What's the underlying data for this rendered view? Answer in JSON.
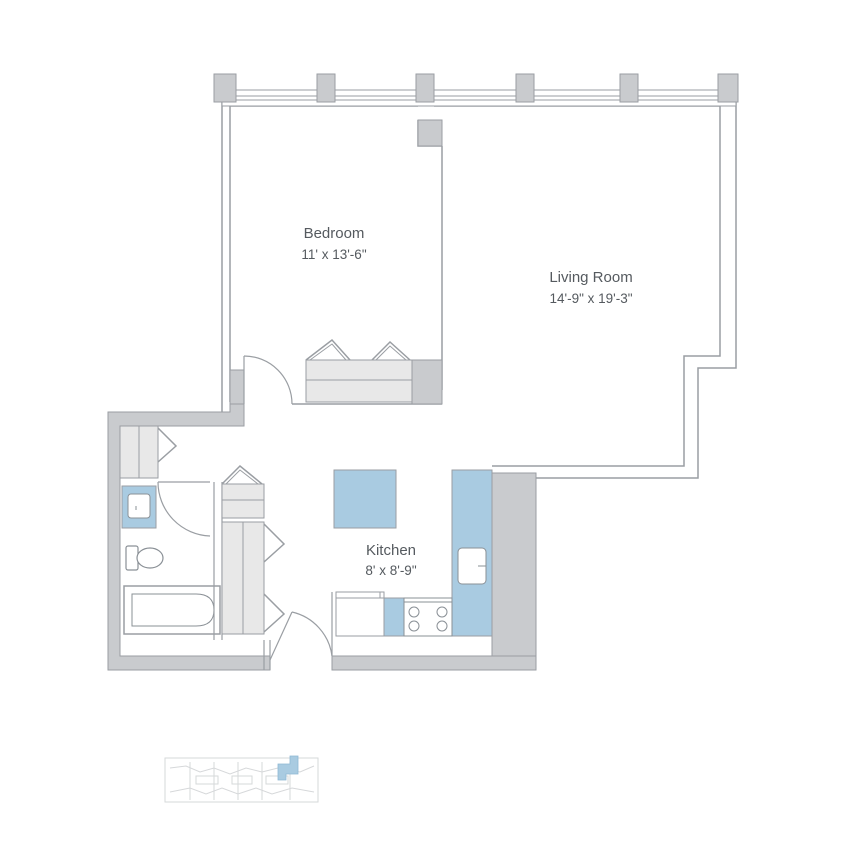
{
  "rooms": {
    "bedroom": {
      "name": "Bedroom",
      "dims": "11' x 13'-6\""
    },
    "living": {
      "name": "Living Room",
      "dims": "14'-9\" x 19'-3\""
    },
    "kitchen": {
      "name": "Kitchen",
      "dims": "8' x 8'-9\""
    }
  },
  "colors": {
    "wall": "#c9cbce",
    "wall_line": "#9a9ea3",
    "fixture_blue": "#a9cbe1",
    "cabinet": "#e8e8e8",
    "text": "#555a5f",
    "background": "#ffffff"
  },
  "key_plan": {
    "highlight_color": "#a9cbe1"
  }
}
